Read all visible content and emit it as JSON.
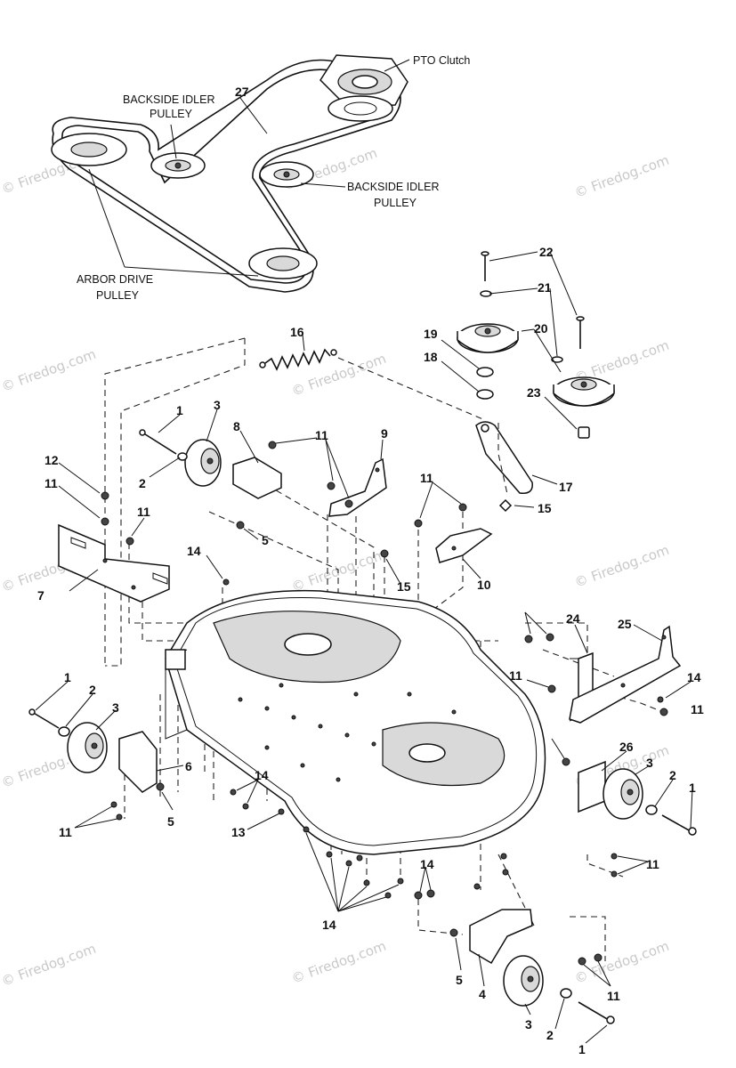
{
  "watermark": "© Firedog.com",
  "labels": {
    "pto_clutch": "PTO Clutch",
    "backside_idler_1a": "BACKSIDE IDLER",
    "backside_idler_1b": "PULLEY",
    "backside_idler_2a": "BACKSIDE IDLER",
    "backside_idler_2b": "PULLEY",
    "arbor_a": "ARBOR DRIVE",
    "arbor_b": "PULLEY"
  },
  "callouts": [
    "27",
    "22",
    "21",
    "20",
    "19",
    "18",
    "23",
    "17",
    "16",
    "15",
    "12",
    "11",
    "1",
    "3",
    "8",
    "11",
    "9",
    "2",
    "11",
    "11",
    "7",
    "5",
    "14",
    "15",
    "10",
    "24",
    "25",
    "1",
    "2",
    "3",
    "11",
    "14",
    "11",
    "6",
    "14",
    "5",
    "26",
    "3",
    "2",
    "1",
    "13",
    "11",
    "11",
    "14",
    "14",
    "5",
    "4",
    "11",
    "3",
    "2",
    "1"
  ]
}
